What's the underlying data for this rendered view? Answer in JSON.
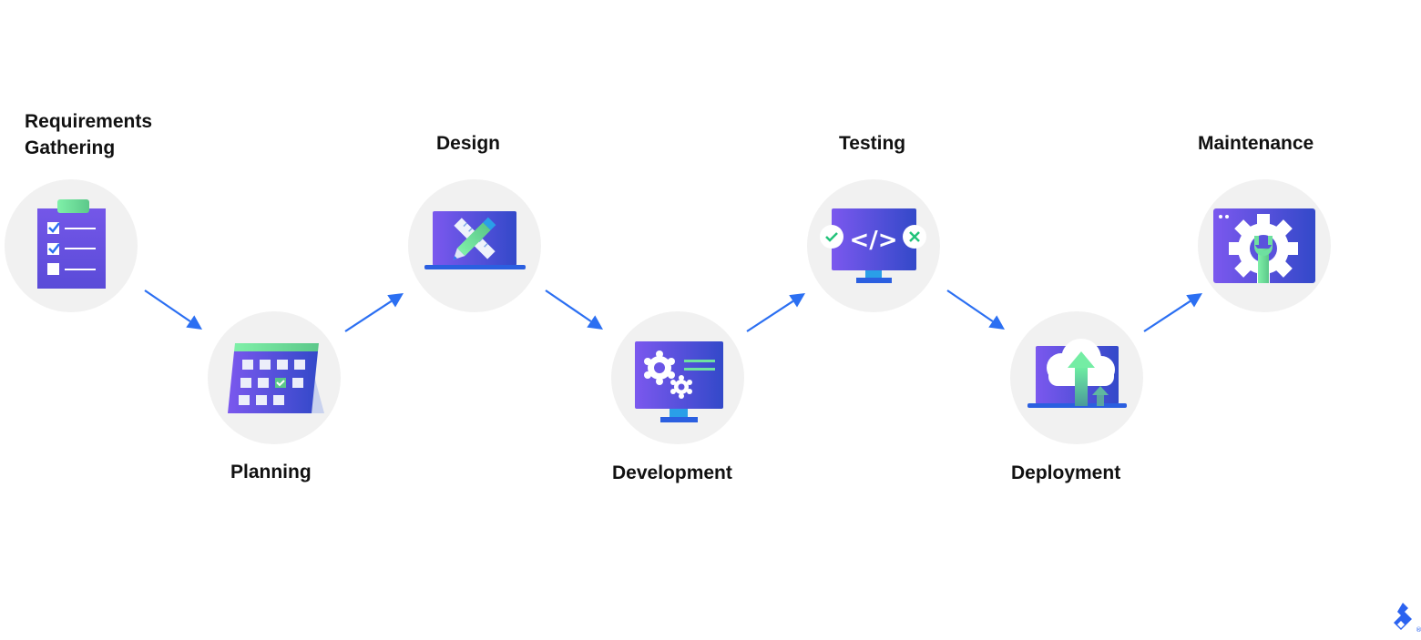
{
  "diagram": {
    "title": "Software Development Life Cycle",
    "stages": [
      {
        "label": "Requirements\nGathering",
        "icon": "clipboard-checklist-icon"
      },
      {
        "label": "Planning",
        "icon": "calendar-icon"
      },
      {
        "label": "Design",
        "icon": "laptop-ruler-pencil-icon"
      },
      {
        "label": "Development",
        "icon": "monitor-gears-icon"
      },
      {
        "label": "Testing",
        "icon": "monitor-code-check-icon"
      },
      {
        "label": "Deployment",
        "icon": "laptop-cloud-upload-icon"
      },
      {
        "label": "Maintenance",
        "icon": "window-gear-wrench-icon"
      }
    ],
    "flow": [
      {
        "from": "Requirements Gathering",
        "to": "Planning"
      },
      {
        "from": "Planning",
        "to": "Design"
      },
      {
        "from": "Design",
        "to": "Development"
      },
      {
        "from": "Development",
        "to": "Testing"
      },
      {
        "from": "Testing",
        "to": "Deployment"
      },
      {
        "from": "Deployment",
        "to": "Maintenance"
      }
    ],
    "colors": {
      "arrow": "#2b6ff2",
      "circle": "#f1f1f1",
      "purple": "#7b55ea",
      "blue": "#3b4fd0",
      "green": "#6ee0a0",
      "label": "#111111"
    },
    "logo": "toptal-logo-icon"
  }
}
